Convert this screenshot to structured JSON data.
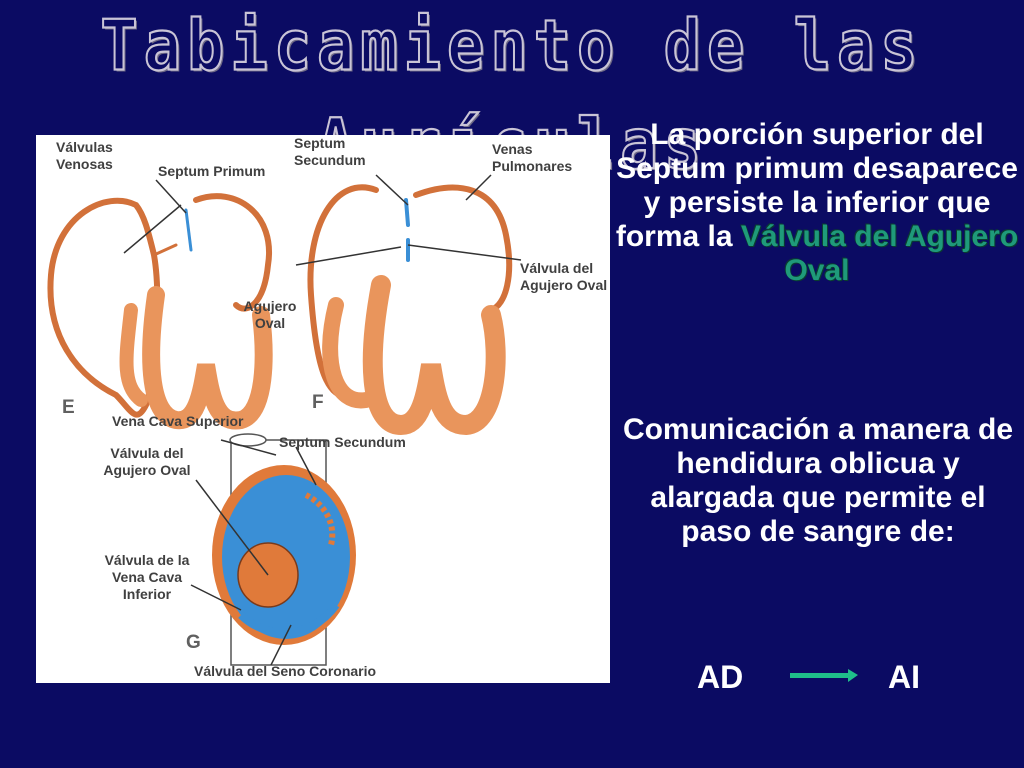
{
  "title": "Tabicamiento de las Aurículas",
  "figure": {
    "labels": {
      "valvulas_venosas": "Válvulas Venosas",
      "septum_primum": "Septum Primum",
      "septum_secundum_top": "Septum Secundum",
      "venas_pulmonares": "Venas Pulmonares",
      "valvula_agujero_oval_right": "Válvula del Agujero Oval",
      "agujero_oval": "Agujero Oval",
      "vena_cava_superior": "Vena Cava Superior",
      "septum_secundum_g": "Septum Secundum",
      "valvula_agujero_oval_g": "Válvula del Agujero Oval",
      "valvula_vena_cava_inferior": "Válvula de la Vena Cava Inferior",
      "valvula_seno_coronario": "Válvula del Seno Coronario"
    },
    "panels": {
      "e": "E",
      "f": "F",
      "g": "G"
    }
  },
  "description": {
    "line1_a": "La porción superior del Septum primum desaparece y persiste la inferior que forma la ",
    "line1_hl": "Válvula del Agujero Oval",
    "paragraph2": "Comunicación a manera de hendidura oblicua y alargada que permite el paso de sangre de:"
  },
  "flow": {
    "from": "AD",
    "to": "AI"
  },
  "colors": {
    "background": "#0b0b63",
    "tissue": "#e07a3a",
    "blood": "#3a8fd6",
    "highlight": "#1f9a7a",
    "arrow": "#1fbf8a"
  }
}
